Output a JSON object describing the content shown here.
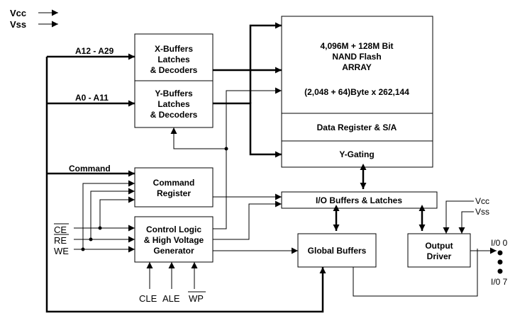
{
  "power_legend": {
    "vcc": "Vcc",
    "vss": "Vss"
  },
  "buses": {
    "upper_address": "A12 - A29",
    "lower_address": "A0 - A11",
    "command": "Command"
  },
  "blocks": {
    "x_buffers": [
      "X-Buffers",
      "Latches",
      "& Decoders"
    ],
    "y_buffers": [
      "Y-Buffers",
      "Latches",
      "& Decoders"
    ],
    "flash_array": [
      "4,096M + 128M Bit",
      "NAND Flash",
      "ARRAY"
    ],
    "array_organization": "(2,048 + 64)Byte x 262,144",
    "data_register": "Data Register & S/A",
    "y_gating": "Y-Gating",
    "command_register": [
      "Command",
      "Register"
    ],
    "control_logic": [
      "Control Logic",
      "& High Voltage",
      "Generator"
    ],
    "io_buffers": "I/O Buffers & Latches",
    "global_buffers": "Global Buffers",
    "output_driver": [
      "Output",
      "Driver"
    ]
  },
  "pins": {
    "ce": "CE",
    "re": "RE",
    "we": "WE",
    "cle": "CLE",
    "ale": "ALE",
    "wp": "WP"
  },
  "output_supply": {
    "vcc": "Vcc",
    "vss": "Vss"
  },
  "io_pins": {
    "first": "I/0 0",
    "last": "I/0 7"
  }
}
